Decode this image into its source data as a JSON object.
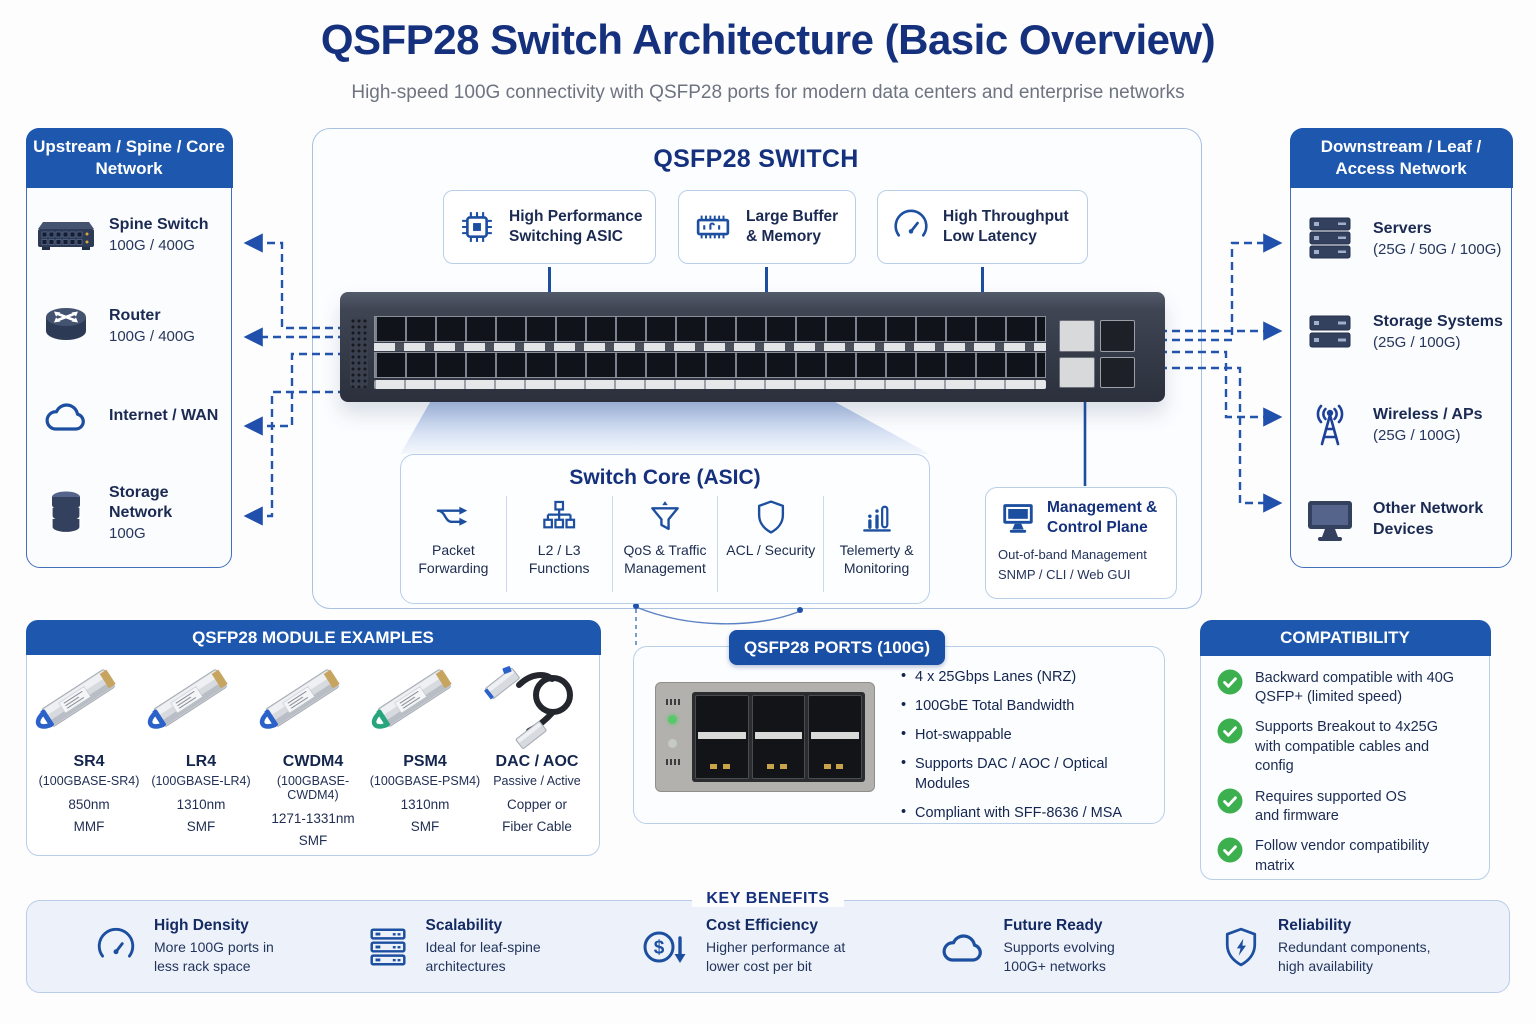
{
  "colors": {
    "accent_blue": "#1d57ae",
    "navy": "#15317d",
    "icon_blue": "#1d4fa0",
    "green": "#3cb04e",
    "dash_blue": "#2455ad"
  },
  "header": {
    "title": "QSFP28 Switch Architecture (Basic Overview)",
    "subtitle": "High-speed 100G connectivity with QSFP28 ports for modern data centers and enterprise networks"
  },
  "left_panel": {
    "title": "Upstream / Spine / Core Network",
    "items": [
      {
        "icon": "spine-switch-icon",
        "title": "Spine Switch",
        "subtitle": "100G / 400G"
      },
      {
        "icon": "router-icon",
        "title": "Router",
        "subtitle": "100G / 400G"
      },
      {
        "icon": "cloud-icon",
        "title": "Internet / WAN",
        "subtitle": ""
      },
      {
        "icon": "database-icon",
        "title": "Storage Network",
        "subtitle": "100G"
      }
    ]
  },
  "switch_panel": {
    "title": "QSFP28 SWITCH",
    "features": [
      {
        "icon": "chip-icon",
        "line1": "High Performance",
        "line2": "Switching ASIC"
      },
      {
        "icon": "memory-icon",
        "line1": "Large Buffer",
        "line2": "& Memory"
      },
      {
        "icon": "gauge-icon",
        "line1": "High Throughput",
        "line2": "Low Latency"
      }
    ]
  },
  "switch_core": {
    "title": "Switch Core (ASIC)",
    "items": [
      {
        "icon": "packet-forwarding-icon",
        "line1": "Packet",
        "line2": "Forwarding"
      },
      {
        "icon": "l2-l3-tree-icon",
        "line1": "L2 / L3",
        "line2": "Functions"
      },
      {
        "icon": "qos-funnel-icon",
        "line1": "QoS & Traffic",
        "line2": "Management"
      },
      {
        "icon": "shield-icon",
        "line1": "ACL / Security",
        "line2": ""
      },
      {
        "icon": "telemetry-bars-icon",
        "line1": "Telemerty &",
        "line2": "Monitoring"
      }
    ]
  },
  "management": {
    "icon": "monitor-icon",
    "title_line1": "Management &",
    "title_line2": "Control Plane",
    "sub_line1": "Out-of-band Management",
    "sub_line2": "SNMP / CLI / Web GUI"
  },
  "right_panel": {
    "title": "Downstream / Leaf / Access Network",
    "items": [
      {
        "icon": "servers-icon",
        "title": "Servers",
        "subtitle": "(25G / 50G / 100G)"
      },
      {
        "icon": "storage-systems-icon",
        "title": "Storage Systems",
        "subtitle": "(25G / 100G)"
      },
      {
        "icon": "wireless-antenna-icon",
        "title": "Wireless / APs",
        "subtitle": "(25G / 100G)"
      },
      {
        "icon": "desktop-icon",
        "title": "Other Network Devices",
        "subtitle": ""
      }
    ]
  },
  "modules": {
    "title": "QSFP28 MODULE EXAMPLES",
    "items": [
      {
        "name": "SR4",
        "spec": "(100GBASE-SR4)",
        "wavelength": "850nm",
        "fiber": "MMF",
        "tab_color": "#2b62c9"
      },
      {
        "name": "LR4",
        "spec": "(100GBASE-LR4)",
        "wavelength": "1310nm",
        "fiber": "SMF",
        "tab_color": "#2b62c9"
      },
      {
        "name": "CWDM4",
        "spec": "(100GBASE-CWDM4)",
        "wavelength": "1271-1331nm",
        "fiber": "SMF",
        "tab_color": "#2b62c9"
      },
      {
        "name": "PSM4",
        "spec": "(100GBASE-PSM4)",
        "wavelength": "1310nm",
        "fiber": "SMF",
        "tab_color": "#27a57c"
      },
      {
        "name": "DAC / AOC",
        "spec": "Passive / Active",
        "wavelength": "Copper or",
        "fiber": "Fiber Cable",
        "tab_color": "#2b62c9"
      }
    ]
  },
  "ports_box": {
    "title": "QSFP28 PORTS (100G)",
    "bullets": [
      "4 x 25Gbps Lanes (NRZ)",
      "100GbE Total Bandwidth",
      "Hot-swappable",
      "Supports DAC / AOC / Optical Modules",
      "Compliant with SFF-8636 / MSA"
    ]
  },
  "compatibility": {
    "title": "COMPATIBILITY",
    "items": [
      "Backward compatible with 40G QSFP+ (limited speed)",
      "Supports Breakout to 4x25G with compatible cables and config",
      "Requires supported OS and firmware",
      "Follow vendor compatibility matrix"
    ]
  },
  "benefits": {
    "title": "KEY BENEFITS",
    "dollar_glyph": "$",
    "items": [
      {
        "icon": "gauge-icon",
        "title": "High Density",
        "desc": "More 100G ports in less rack space"
      },
      {
        "icon": "racks-icon",
        "title": "Scalability",
        "desc": "Ideal for leaf-spine architectures"
      },
      {
        "icon": "cost-icon",
        "title": "Cost Efficiency",
        "desc": "Higher performance at lower cost per bit"
      },
      {
        "icon": "cloud-icon",
        "title": "Future Ready",
        "desc": "Supports evolving 100G+ networks"
      },
      {
        "icon": "shield-bolt-icon",
        "title": "Reliability",
        "desc": "Redundant components, high availability"
      }
    ]
  }
}
